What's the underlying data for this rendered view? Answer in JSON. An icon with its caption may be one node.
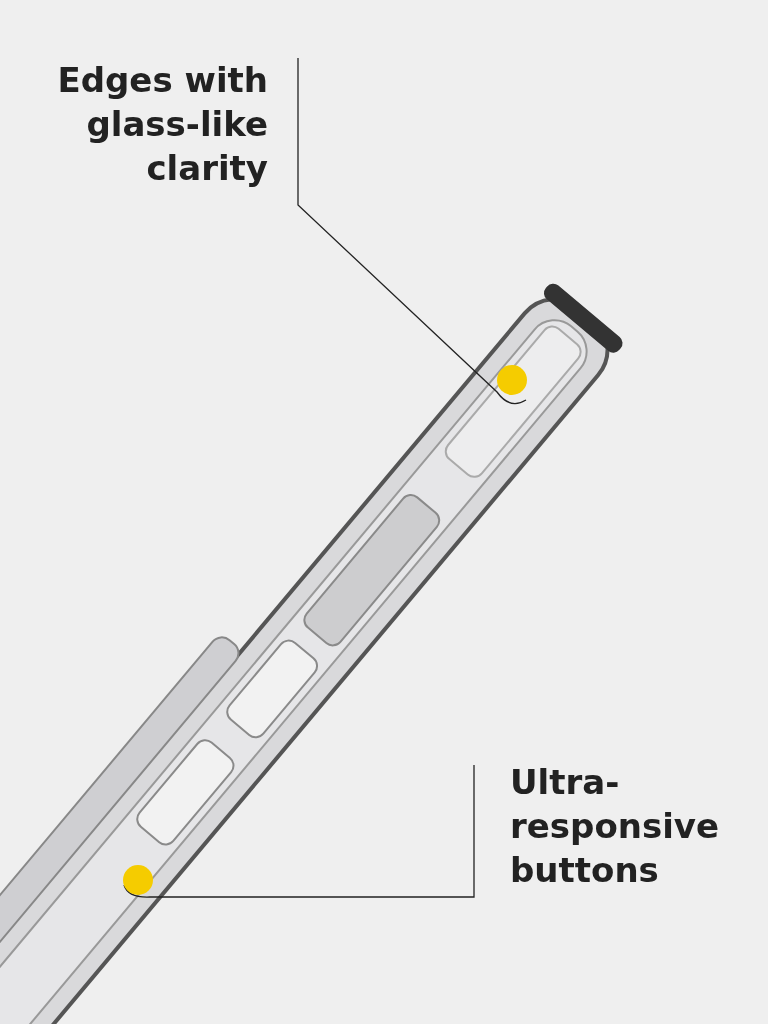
{
  "diagram": {
    "nodes": [
      {
        "text": [
          "Edges with glass-like clarity"
        ]
      },
      {
        "text": [],
        "shape": "circle"
      },
      {
        "text": [
          "Ultra-responsive buttons"
        ]
      },
      {
        "text": [],
        "shape": "circle"
      }
    ],
    "edges": [
      {
        "from": 0,
        "to": 1,
        "arrow": "none"
      },
      {
        "from": 2,
        "to": 3,
        "arrow": "none"
      }
    ]
  }
}
